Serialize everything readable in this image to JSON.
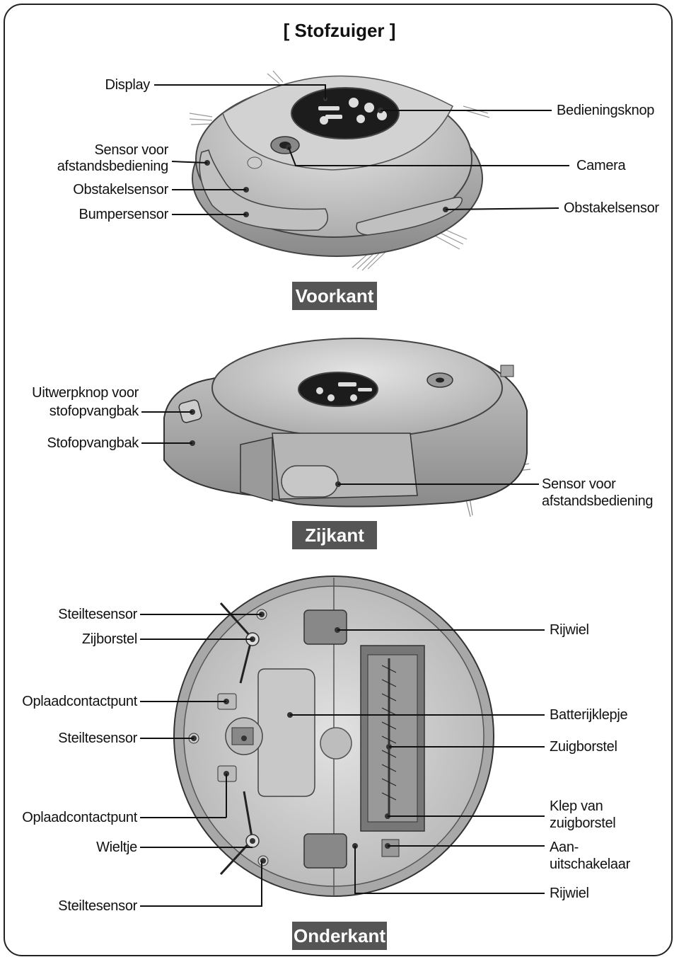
{
  "title": "[ Stofzuiger ]",
  "sections": {
    "front": "Voorkant",
    "side": "Zijkant",
    "bottom": "Onderkant"
  },
  "front_labels": {
    "display": "Display",
    "remote_sensor_1": "Sensor voor",
    "remote_sensor_2": "afstandsbediening",
    "obstacle_left": "Obstakelsensor",
    "bumper": "Bumpersensor",
    "control_button": "Bedieningsknop",
    "camera": "Camera",
    "obstacle_right": "Obstakelsensor"
  },
  "side_labels": {
    "eject_1": "Uitwerpknop voor",
    "eject_2": "stofopvangbak",
    "dustbin": "Stofopvangbak",
    "remote_sensor_1": "Sensor voor",
    "remote_sensor_2": "afstandsbediening"
  },
  "bottom_labels": {
    "cliff_1": "Steiltesensor",
    "side_brush": "Zijborstel",
    "charge_1": "Oplaadcontactpunt",
    "cliff_2": "Steiltesensor",
    "charge_2": "Oplaadcontactpunt",
    "caster": "Wieltje",
    "cliff_3": "Steiltesensor",
    "wheel_1": "Rijwiel",
    "battery": "Batterijklepje",
    "brush": "Zuigborstel",
    "brush_cover_1": "Klep van",
    "brush_cover_2": "zuigborstel",
    "switch_1": "Aan-",
    "switch_2": "uitschakelaar",
    "wheel_2": "Rijwiel"
  }
}
